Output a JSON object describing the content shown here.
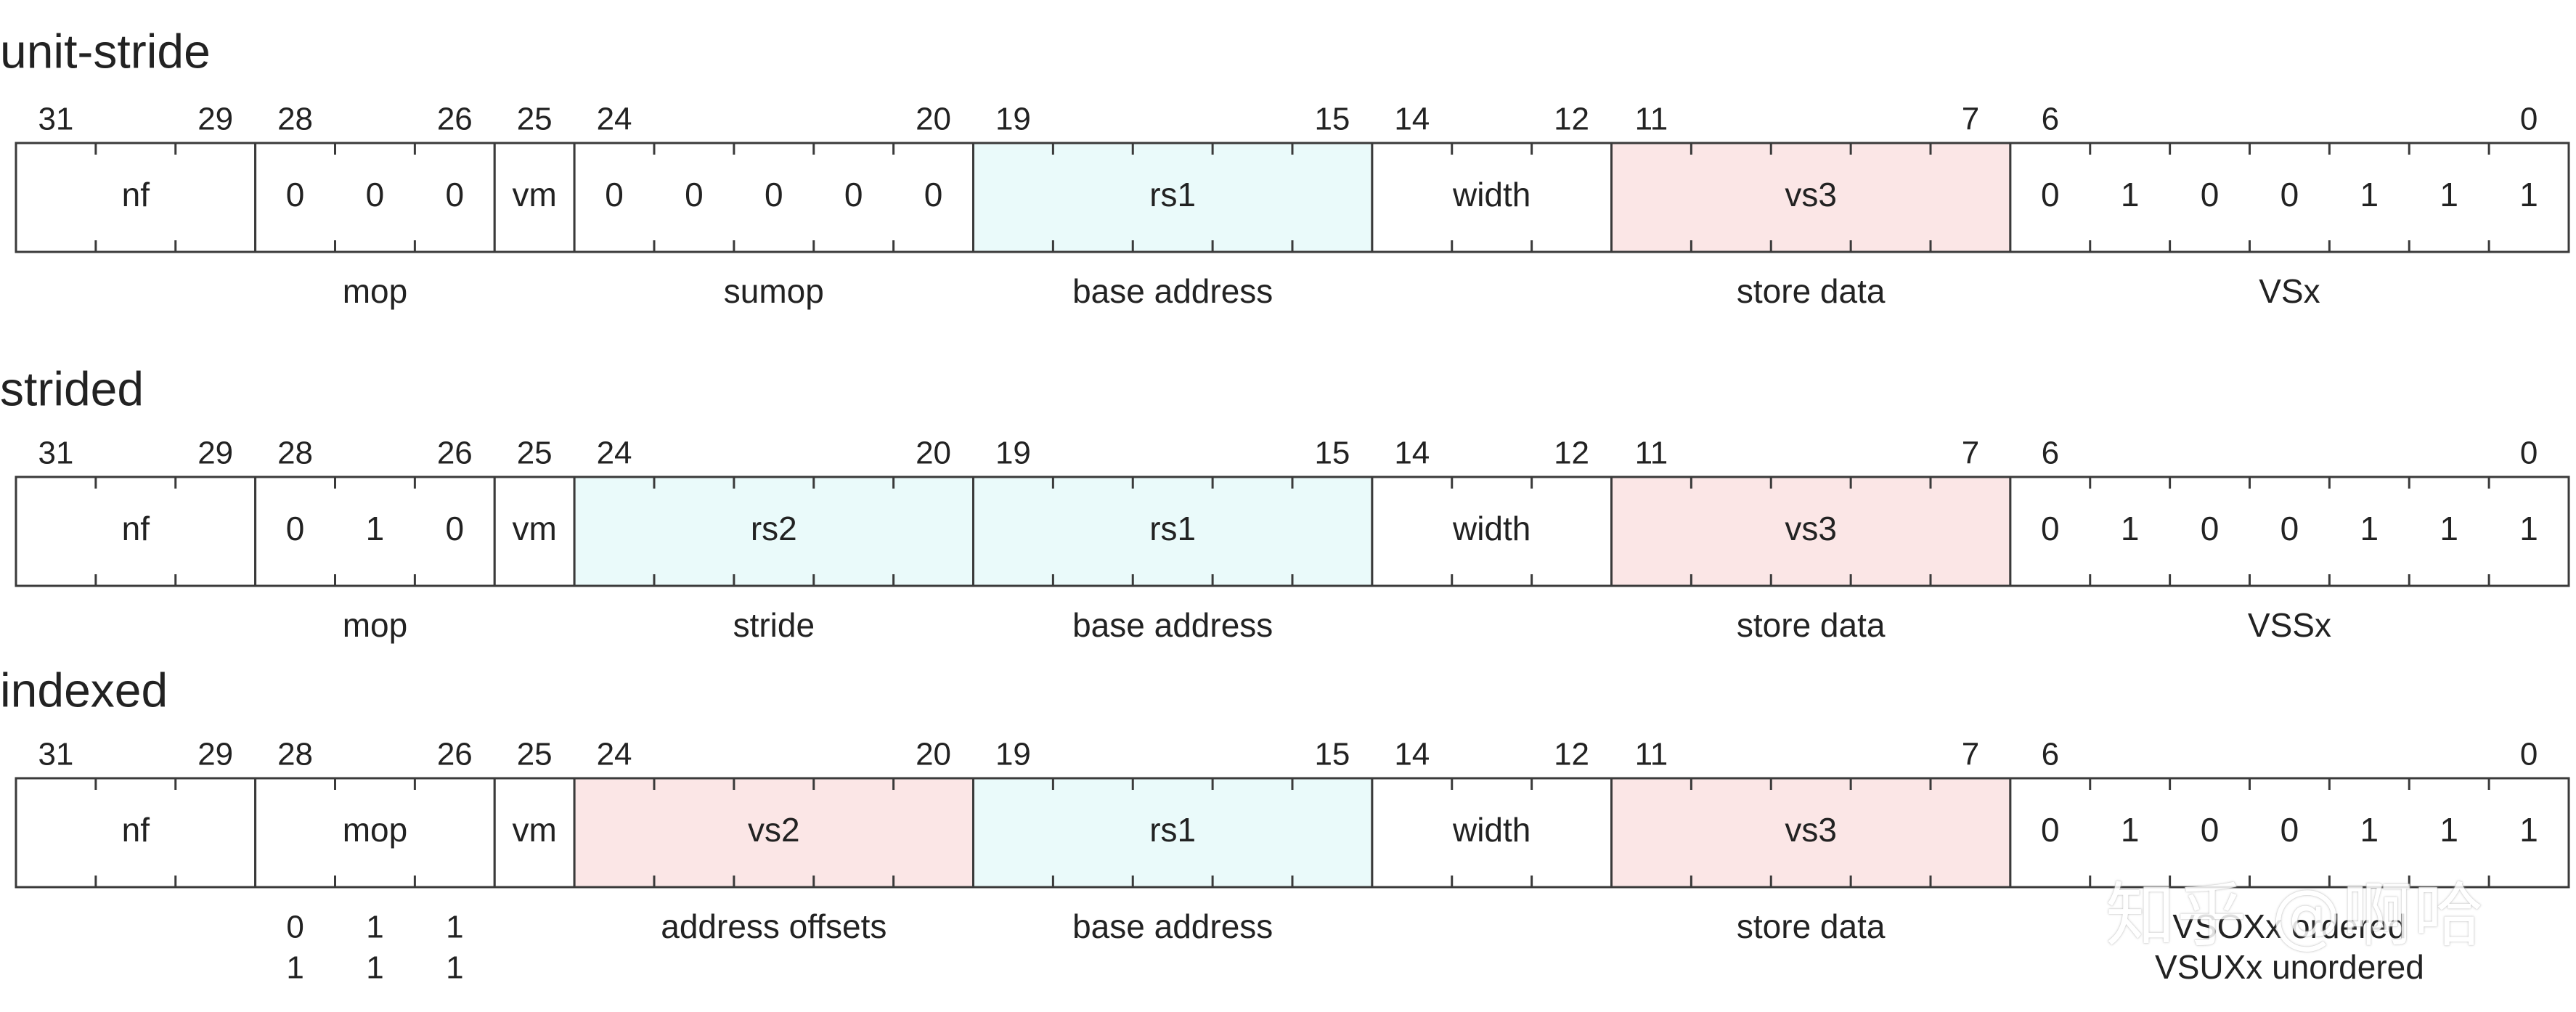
{
  "colors": {
    "line": "#3a3a3a",
    "text": "#222222",
    "cyan_fill": "#eafafa",
    "pink_fill": "#fbe6e6",
    "white_fill": "#ffffff"
  },
  "formats": [
    {
      "title": "unit-stride",
      "bit_labels": [
        "31",
        "29",
        "28",
        "26",
        "25",
        "24",
        "20",
        "19",
        "15",
        "14",
        "12",
        "11",
        "7",
        "6",
        "0"
      ],
      "fields": [
        {
          "hi": 31,
          "lo": 29,
          "text": "nf",
          "fill": "white"
        },
        {
          "hi": 28,
          "lo": 26,
          "bits": [
            "0",
            "0",
            "0"
          ],
          "fill": "white"
        },
        {
          "hi": 25,
          "lo": 25,
          "text": "vm",
          "fill": "white"
        },
        {
          "hi": 24,
          "lo": 20,
          "bits": [
            "0",
            "0",
            "0",
            "0",
            "0"
          ],
          "fill": "white"
        },
        {
          "hi": 19,
          "lo": 15,
          "text": "rs1",
          "fill": "cyan"
        },
        {
          "hi": 14,
          "lo": 12,
          "text": "width",
          "fill": "white"
        },
        {
          "hi": 11,
          "lo": 7,
          "text": "vs3",
          "fill": "pink"
        },
        {
          "hi": 6,
          "lo": 0,
          "bits": [
            "0",
            "1",
            "0",
            "0",
            "1",
            "1",
            "1"
          ],
          "fill": "white"
        }
      ],
      "captions": [
        {
          "hi": 28,
          "lo": 26,
          "lines": [
            "mop"
          ]
        },
        {
          "hi": 24,
          "lo": 20,
          "lines": [
            "sumop"
          ]
        },
        {
          "hi": 19,
          "lo": 15,
          "lines": [
            "base address"
          ]
        },
        {
          "hi": 11,
          "lo": 7,
          "lines": [
            "store data"
          ]
        },
        {
          "hi": 6,
          "lo": 0,
          "lines": [
            "VSx"
          ]
        }
      ]
    },
    {
      "title": "strided",
      "bit_labels": [
        "31",
        "29",
        "28",
        "26",
        "25",
        "24",
        "20",
        "19",
        "15",
        "14",
        "12",
        "11",
        "7",
        "6",
        "0"
      ],
      "fields": [
        {
          "hi": 31,
          "lo": 29,
          "text": "nf",
          "fill": "white"
        },
        {
          "hi": 28,
          "lo": 26,
          "bits": [
            "0",
            "1",
            "0"
          ],
          "fill": "white"
        },
        {
          "hi": 25,
          "lo": 25,
          "text": "vm",
          "fill": "white"
        },
        {
          "hi": 24,
          "lo": 20,
          "text": "rs2",
          "fill": "cyan"
        },
        {
          "hi": 19,
          "lo": 15,
          "text": "rs1",
          "fill": "cyan"
        },
        {
          "hi": 14,
          "lo": 12,
          "text": "width",
          "fill": "white"
        },
        {
          "hi": 11,
          "lo": 7,
          "text": "vs3",
          "fill": "pink"
        },
        {
          "hi": 6,
          "lo": 0,
          "bits": [
            "0",
            "1",
            "0",
            "0",
            "1",
            "1",
            "1"
          ],
          "fill": "white"
        }
      ],
      "captions": [
        {
          "hi": 28,
          "lo": 26,
          "lines": [
            "mop"
          ]
        },
        {
          "hi": 24,
          "lo": 20,
          "lines": [
            "stride"
          ]
        },
        {
          "hi": 19,
          "lo": 15,
          "lines": [
            "base address"
          ]
        },
        {
          "hi": 11,
          "lo": 7,
          "lines": [
            "store data"
          ]
        },
        {
          "hi": 6,
          "lo": 0,
          "lines": [
            "VSSx"
          ]
        }
      ]
    },
    {
      "title": "indexed",
      "bit_labels": [
        "31",
        "29",
        "28",
        "26",
        "25",
        "24",
        "20",
        "19",
        "15",
        "14",
        "12",
        "11",
        "7",
        "6",
        "0"
      ],
      "fields": [
        {
          "hi": 31,
          "lo": 29,
          "text": "nf",
          "fill": "white"
        },
        {
          "hi": 28,
          "lo": 26,
          "text": "mop",
          "fill": "white"
        },
        {
          "hi": 25,
          "lo": 25,
          "text": "vm",
          "fill": "white"
        },
        {
          "hi": 24,
          "lo": 20,
          "text": "vs2",
          "fill": "pink"
        },
        {
          "hi": 19,
          "lo": 15,
          "text": "rs1",
          "fill": "cyan"
        },
        {
          "hi": 14,
          "lo": 12,
          "text": "width",
          "fill": "white"
        },
        {
          "hi": 11,
          "lo": 7,
          "text": "vs3",
          "fill": "pink"
        },
        {
          "hi": 6,
          "lo": 0,
          "bits": [
            "0",
            "1",
            "0",
            "0",
            "1",
            "1",
            "1"
          ],
          "fill": "white"
        }
      ],
      "captions": [
        {
          "hi": 28,
          "lo": 26,
          "bit_rows": [
            [
              "0",
              "1",
              "1"
            ],
            [
              "1",
              "1",
              "1"
            ]
          ]
        },
        {
          "hi": 24,
          "lo": 20,
          "lines": [
            "address offsets"
          ]
        },
        {
          "hi": 19,
          "lo": 15,
          "lines": [
            "base address"
          ]
        },
        {
          "hi": 11,
          "lo": 7,
          "lines": [
            "store data"
          ]
        },
        {
          "hi": 6,
          "lo": 0,
          "lines": [
            "VSOXx ordered",
            "VSUXx unordered"
          ]
        }
      ]
    }
  ],
  "watermark": "知乎 @啊哈"
}
